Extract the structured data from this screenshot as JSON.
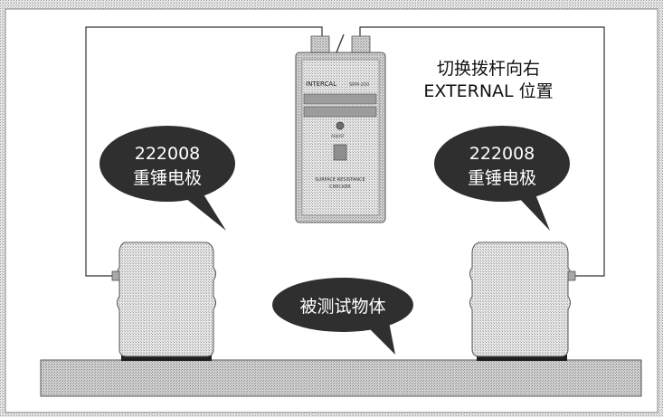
{
  "instruction": {
    "line1": "切换拨杆向右",
    "line2": "EXTERNAL 位置"
  },
  "meter": {
    "brand": "INTERCAL",
    "model": "SRM-200",
    "knob_label": "ADJUST",
    "caption_line1": "SURFACE RESISTANCE",
    "caption_line2": "CHECKER"
  },
  "callout_left": {
    "part_number": "222008",
    "name": "重锤电极"
  },
  "callout_right": {
    "part_number": "222008",
    "name": "重锤电极"
  },
  "callout_object": {
    "name": "被测试物体"
  },
  "colors": {
    "background": "#ffffff",
    "border_pattern": "#b9b9b9",
    "callout_fill": "#2f2f2f",
    "callout_text": "#ffffff",
    "electrode_fill": "#d4d4d4",
    "table_fill": "#c9c9c9",
    "wire": "#333333"
  }
}
